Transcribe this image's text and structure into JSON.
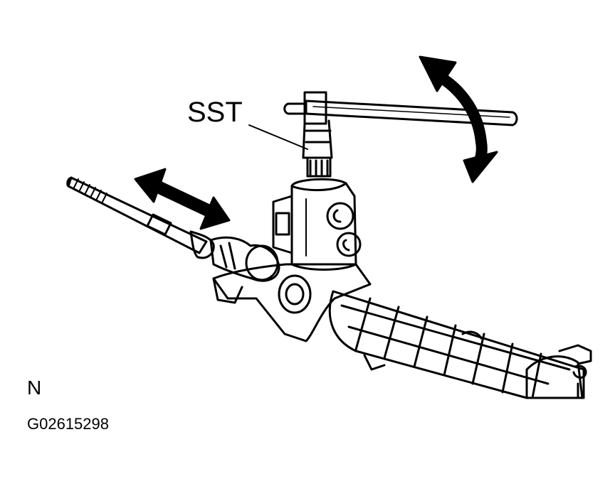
{
  "labels": {
    "tool": "SST",
    "view": "N",
    "figure_code": "G02615298"
  },
  "colors": {
    "ink": "#000000",
    "paper": "#ffffff"
  }
}
